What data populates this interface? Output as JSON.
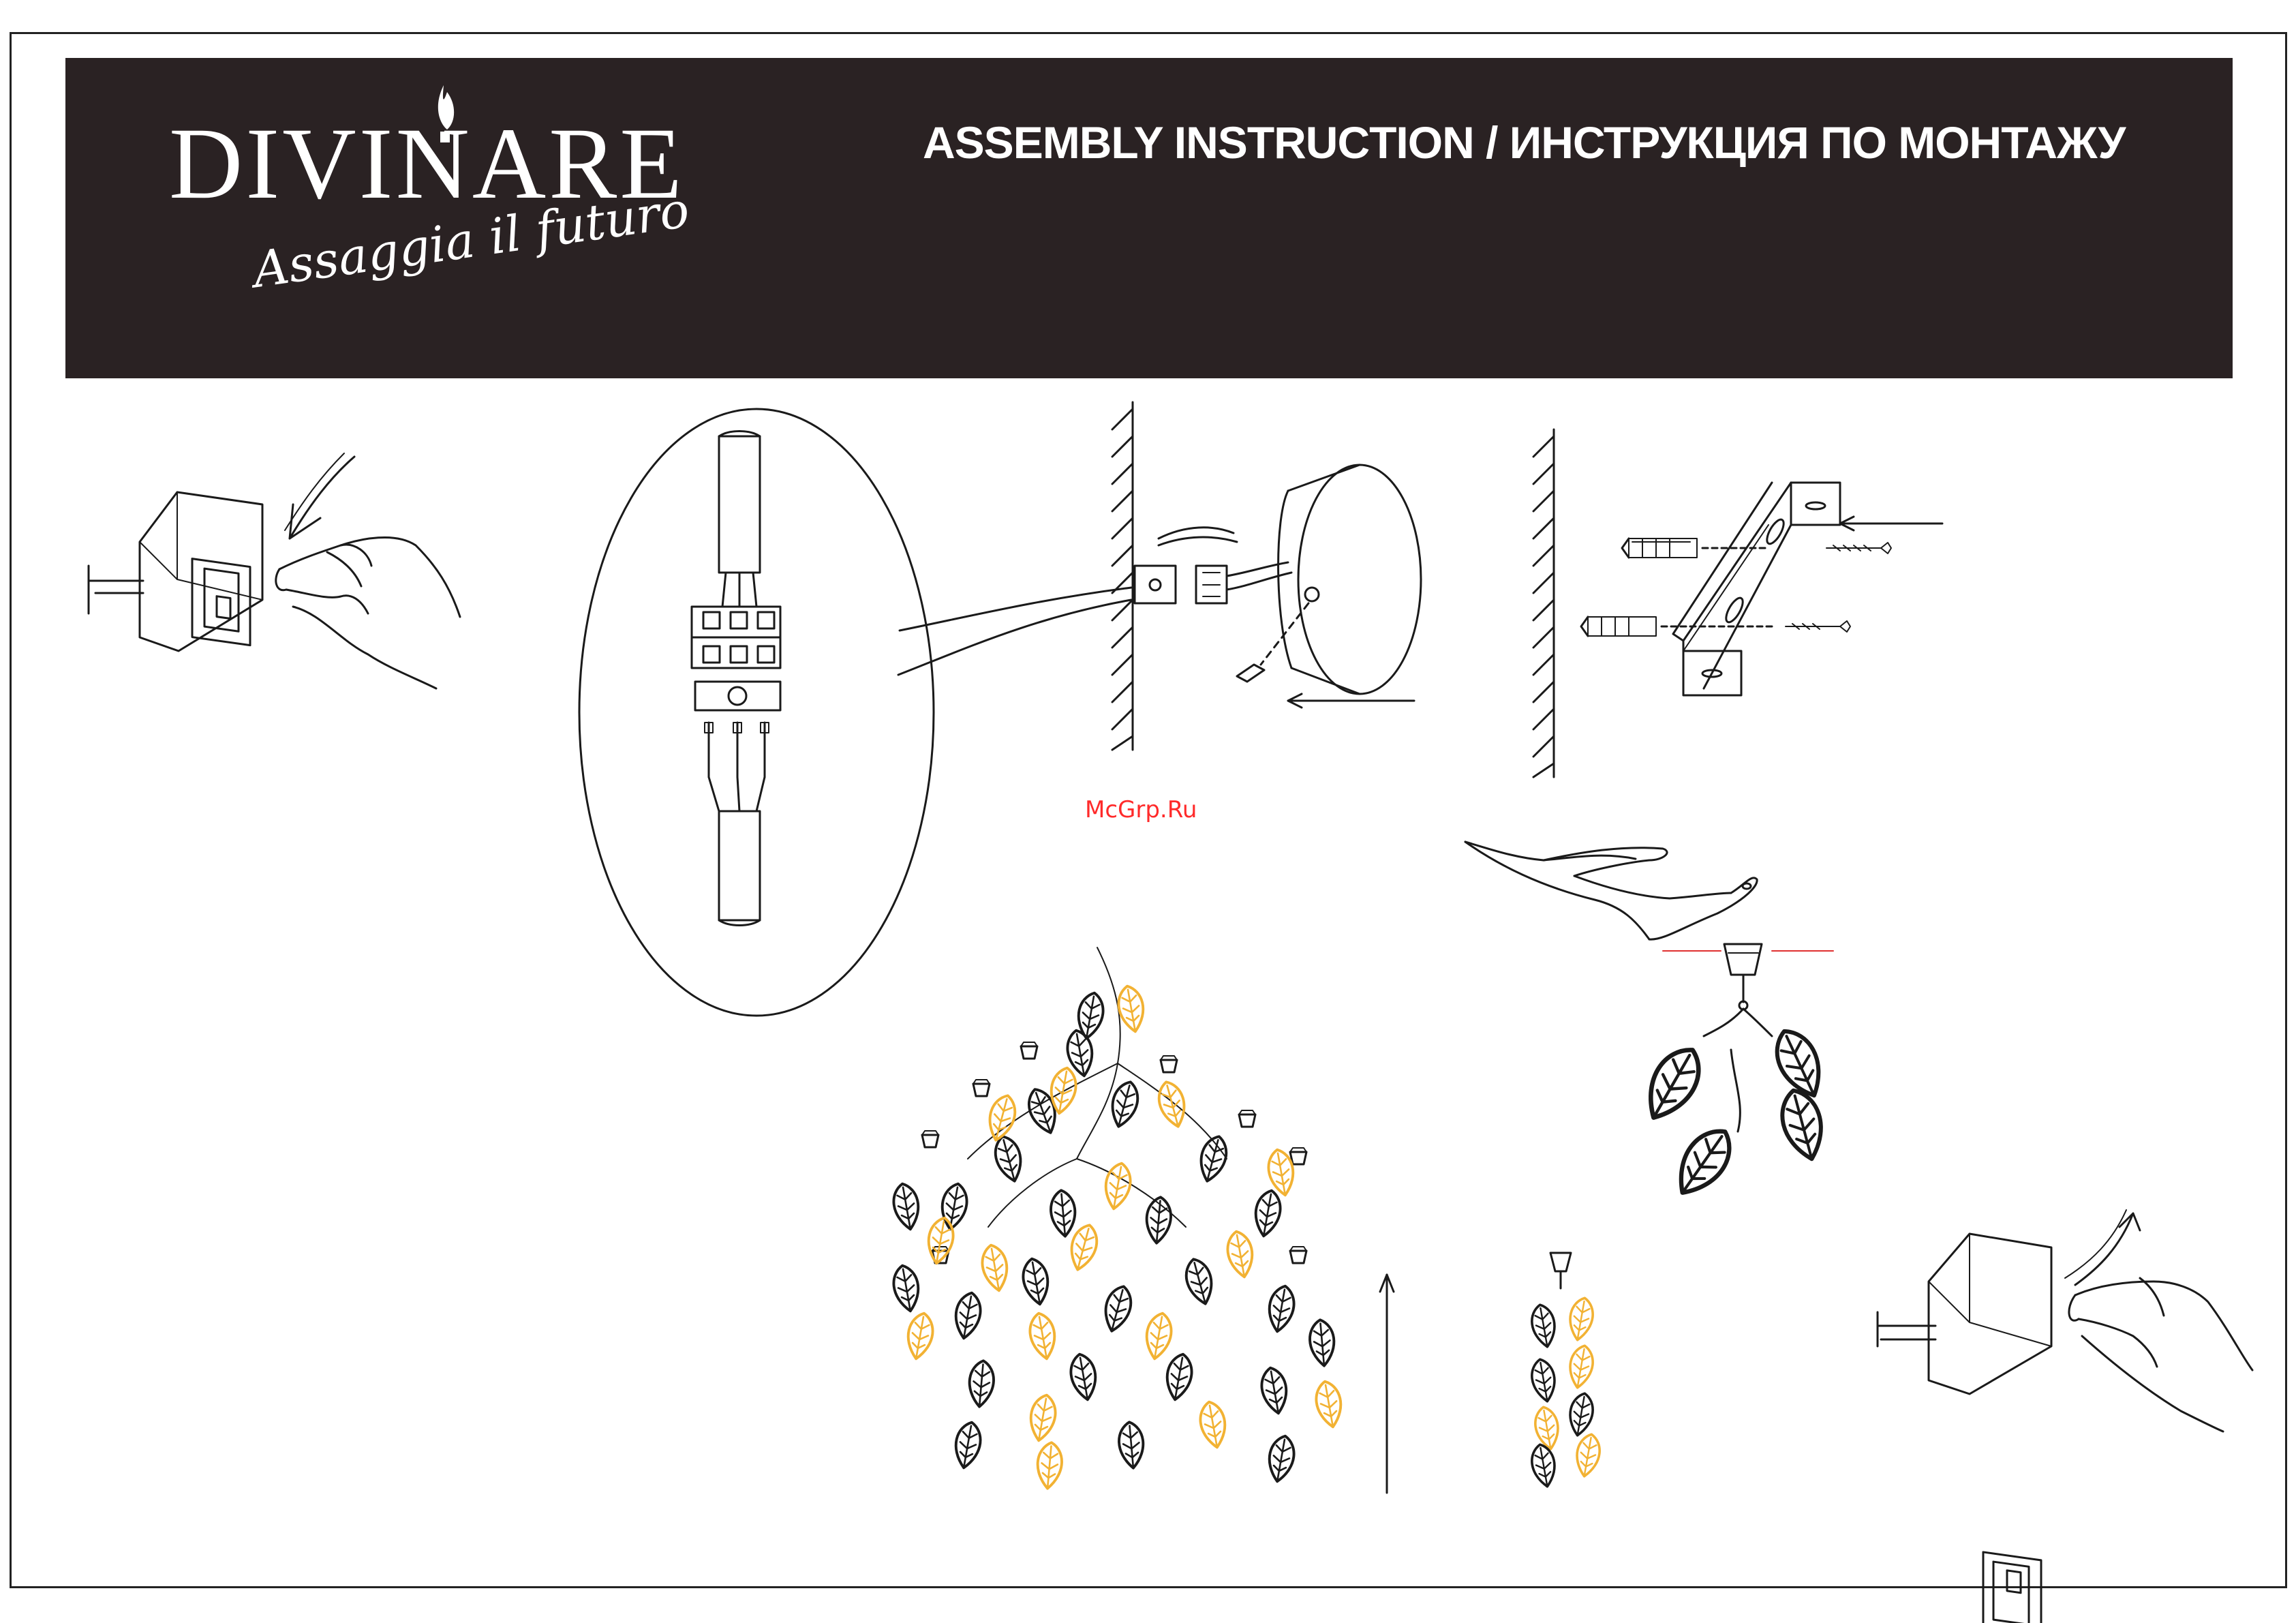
{
  "header": {
    "brand_name": "DIVINARE",
    "brand_tagline": "Assaggia il futuro",
    "title": "ASSEMBLY INSTRUCTION / ИНСТРУКЦИЯ ПО МОНТАЖУ",
    "background_color": "#2a2223"
  },
  "watermark": {
    "text": "McGrp.Ru",
    "color": "#ff2a2a"
  },
  "colors": {
    "line": "#1a1a1a",
    "leaf_gold": "#f2b233",
    "arrow_red": "#e03030"
  },
  "steps": [
    {
      "name": "switch-off-power",
      "icon": "light-switch-hand-icon"
    },
    {
      "name": "wire-connection-detail",
      "icon": "terminal-block-icon"
    },
    {
      "name": "mount-canopy-to-wall",
      "icon": "canopy-screw-icon"
    },
    {
      "name": "mounting-bracket-installation",
      "icon": "bracket-anchor-icon"
    },
    {
      "name": "hang-leaf-strands",
      "icon": "leaf-strand-icon"
    },
    {
      "name": "assembled-fixture",
      "icon": "leaf-chandelier-icon"
    },
    {
      "name": "switch-on-power",
      "icon": "light-switch-hand-icon"
    }
  ]
}
